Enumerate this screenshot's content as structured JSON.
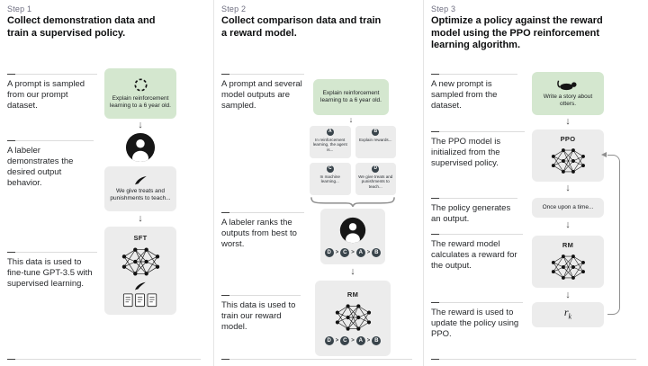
{
  "colors": {
    "green_box": "#d4e7cf",
    "gray_box": "#ececec",
    "badge": "#39444b",
    "muted": "#6e6e80"
  },
  "glyphs": {
    "arrow_down": "↓",
    "rank_sep": ">"
  },
  "icons": {
    "prompt_sampling": "cycle-icon",
    "labeler": "person-icon",
    "demonstration": "quill-icon",
    "model": "neural-network-icon",
    "training_data": "documents-icon",
    "otter_prompt": "otter-icon",
    "flow_arrow": "down-arrow",
    "ranking_brace": "brace-icon",
    "ppo_feedback": "feedback-loop-arrow"
  },
  "step1": {
    "label": "Step 1",
    "title": "Collect demonstration data and train a supervised policy.",
    "desc_prompt": "A prompt is sampled from our prompt dataset.",
    "desc_labeler": "A labeler demonstrates the desired output behavior.",
    "desc_finetune": "This data is used to fine-tune GPT-3.5 with supervised learning.",
    "prompt": "Explain reinforcement learning to a 6 year old.",
    "demonstration": "We give treats and punishments to teach...",
    "model": "SFT"
  },
  "step2": {
    "label": "Step 2",
    "title": "Collect comparison data and train a reward model.",
    "desc_prompt": "A prompt and several model outputs are sampled.",
    "desc_rank": "A labeler ranks the outputs from best to worst.",
    "desc_train": "This data is used to train our reward model.",
    "prompt": "Explain reinforcement learning to a 6 year old.",
    "outputs": [
      {
        "id": "A",
        "text": "In reinforcement learning, the agent is..."
      },
      {
        "id": "B",
        "text": "Explain rewards..."
      },
      {
        "id": "C",
        "text": "In machine learning..."
      },
      {
        "id": "D",
        "text": "We give treats and punishments to teach..."
      }
    ],
    "ranking": [
      "D",
      "C",
      "A",
      "B"
    ],
    "model": "RM"
  },
  "step3": {
    "label": "Step 3",
    "title": "Optimize a policy against the reward model using the PPO reinforcement learning algorithm.",
    "desc_prompt": "A new prompt is sampled from the dataset.",
    "desc_init": "The PPO model is initialized from the supervised policy.",
    "desc_output": "The policy generates an output.",
    "desc_reward": "The reward model calculates a reward for the output.",
    "desc_update": "The reward is used to update the policy using PPO.",
    "prompt": "Write a story about otters.",
    "ppo": "PPO",
    "output": "Once upon a time...",
    "rm": "RM",
    "reward_base": "r",
    "reward_sub": "k"
  }
}
